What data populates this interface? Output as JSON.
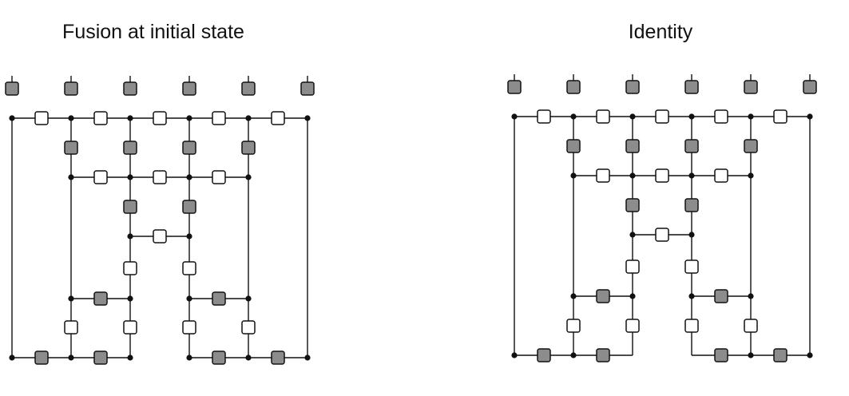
{
  "panels": [
    {
      "id": "left",
      "title": "Fusion at initial state"
    },
    {
      "id": "right",
      "title": "Identity"
    }
  ],
  "colors": {
    "line": "#111111",
    "node": "#111111",
    "gray_box": "#8c8c8c",
    "white_box": "#ffffff",
    "box_stroke": "#111111"
  }
}
